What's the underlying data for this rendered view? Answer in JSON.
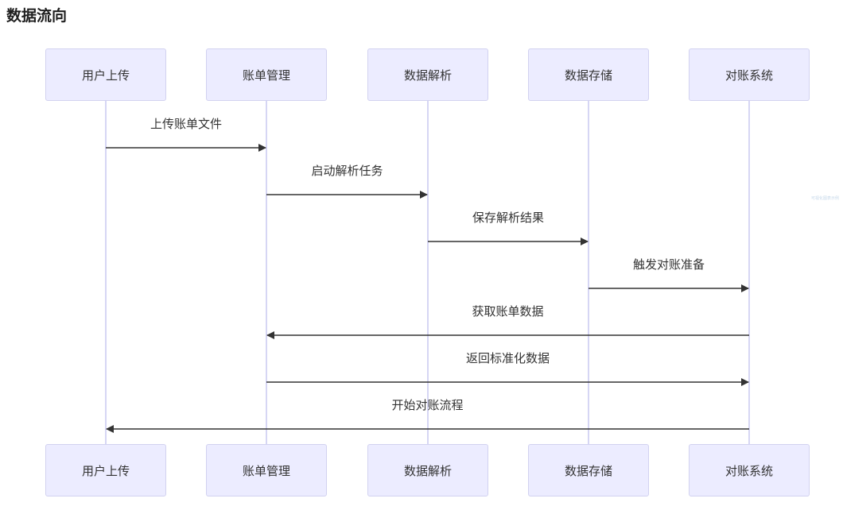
{
  "title": "数据流向",
  "watermark": "可视化图表示例",
  "colors": {
    "participant_fill": "#ececff",
    "participant_border": "#d2d2f0",
    "lifeline": "#c8c8f0",
    "arrow": "#333333"
  },
  "participants": [
    {
      "id": "upload",
      "label": "用户上传"
    },
    {
      "id": "bill",
      "label": "账单管理"
    },
    {
      "id": "parse",
      "label": "数据解析"
    },
    {
      "id": "store",
      "label": "数据存储"
    },
    {
      "id": "recon",
      "label": "对账系统"
    }
  ],
  "messages": [
    {
      "from": 0,
      "to": 1,
      "label": "上传账单文件"
    },
    {
      "from": 1,
      "to": 2,
      "label": "启动解析任务"
    },
    {
      "from": 2,
      "to": 3,
      "label": "保存解析结果"
    },
    {
      "from": 3,
      "to": 4,
      "label": "触发对账准备"
    },
    {
      "from": 4,
      "to": 1,
      "label": "获取账单数据"
    },
    {
      "from": 1,
      "to": 4,
      "label": "返回标准化数据"
    },
    {
      "from": 4,
      "to": 0,
      "label": "开始对账流程"
    }
  ]
}
